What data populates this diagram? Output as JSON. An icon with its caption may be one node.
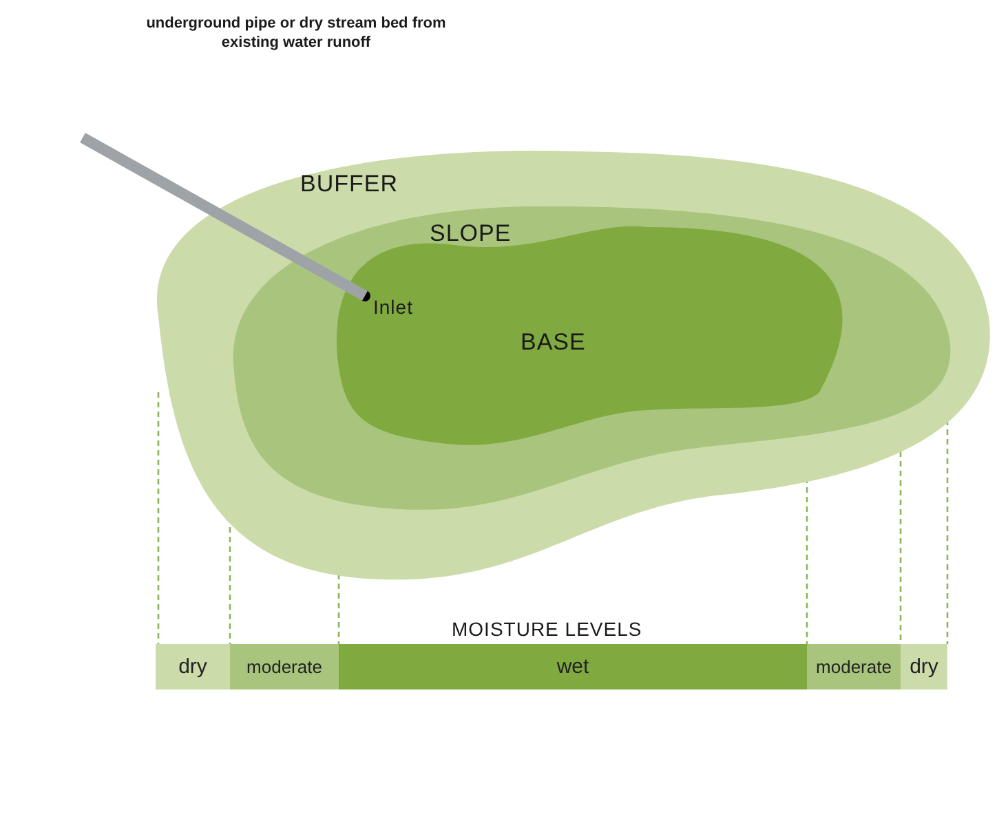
{
  "diagram": {
    "nodes": [
      {
        "text": [
          "BUFFER"
        ]
      },
      {
        "text": [
          "SLOPE"
        ],
        "in": 0
      },
      {
        "text": [
          "BASE"
        ],
        "in": 1
      },
      {
        "text": [
          "Inlet"
        ],
        "in": 2
      },
      {
        "text": [
          "dry"
        ]
      },
      {
        "text": [
          "moderate"
        ]
      },
      {
        "text": [
          "wet"
        ]
      },
      {
        "text": [
          "moderate"
        ]
      },
      {
        "text": [
          "dry"
        ]
      }
    ],
    "edges": [
      {
        "from": null,
        "to": 3,
        "arrow": "none"
      }
    ],
    "labels": [
      "underground pipe or dry stream bed from existing water runoff",
      "MOISTURE LEVELS"
    ]
  }
}
